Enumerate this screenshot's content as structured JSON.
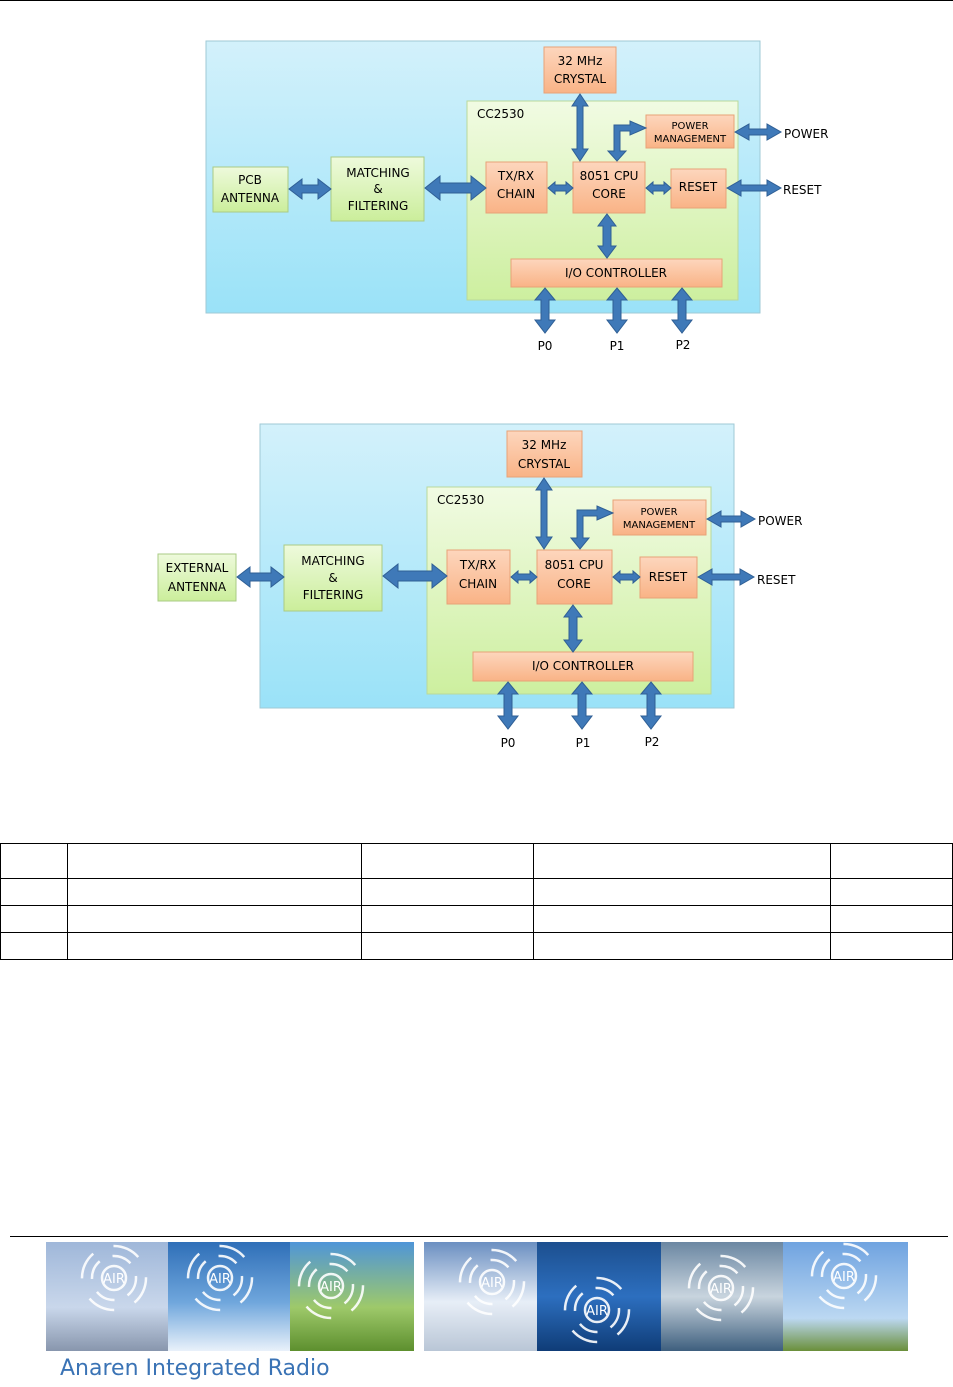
{
  "diagram1": {
    "crystal": [
      "32 MHz",
      "CRYSTAL"
    ],
    "chip": "CC2530",
    "power_mgmt": [
      "POWER",
      "MANAGEMENT"
    ],
    "power": "POWER",
    "antenna": [
      "PCB",
      "ANTENNA"
    ],
    "matching": [
      "MATCHING",
      "&",
      "FILTERING"
    ],
    "txrx": [
      "TX/RX",
      "CHAIN"
    ],
    "cpu": [
      "8051 CPU",
      "CORE"
    ],
    "reset_block": "RESET",
    "reset": "RESET",
    "io": "I/O CONTROLLER",
    "ports": [
      "P0",
      "P1",
      "P2"
    ]
  },
  "diagram2": {
    "crystal": [
      "32 MHz",
      "CRYSTAL"
    ],
    "chip": "CC2530",
    "power_mgmt": [
      "POWER",
      "MANAGEMENT"
    ],
    "power": "POWER",
    "antenna": [
      "EXTERNAL",
      "ANTENNA"
    ],
    "matching": [
      "MATCHING",
      "&",
      "FILTERING"
    ],
    "txrx": [
      "TX/RX",
      "CHAIN"
    ],
    "cpu": [
      "8051 CPU",
      "CORE"
    ],
    "reset_block": "RESET",
    "reset": "RESET",
    "io": "I/O CONTROLLER",
    "ports": [
      "P0",
      "P1",
      "P2"
    ]
  },
  "banner": {
    "caption": "Anaren Integrated Radio",
    "logo_text": "AIR"
  },
  "colors": {
    "outer_box": "#a8e4f8",
    "chip_box": "#ddf5c0",
    "orange_block": "#fbbf98",
    "green_block": "#d6f0b4",
    "arrow": "#3f79b8"
  }
}
